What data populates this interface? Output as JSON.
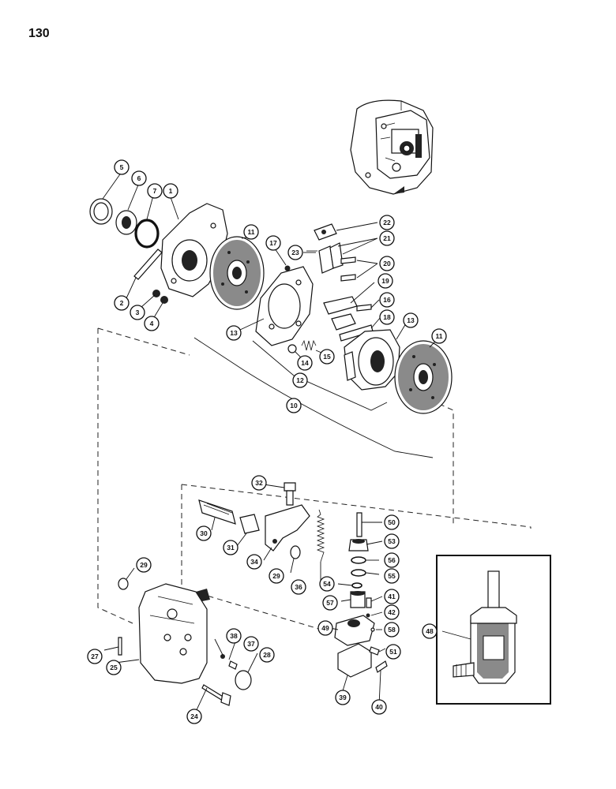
{
  "page_number": "130",
  "callouts": {
    "c1": "1",
    "c2": "2",
    "c3": "3",
    "c4": "4",
    "c5": "5",
    "c6": "6",
    "c7": "7",
    "c10": "10",
    "c11a": "11",
    "c11b": "11",
    "c12": "12",
    "c13a": "13",
    "c13b": "13",
    "c14": "14",
    "c15": "15",
    "c16": "16",
    "c17": "17",
    "c18": "18",
    "c19": "19",
    "c20": "20",
    "c21": "21",
    "c22": "22",
    "c23": "23",
    "c24": "24",
    "c25": "25",
    "c27": "27",
    "c28": "28",
    "c29a": "29",
    "c29b": "29",
    "c30": "30",
    "c31": "31",
    "c32": "32",
    "c34": "34",
    "c36": "36",
    "c37": "37",
    "c38": "38",
    "c39": "39",
    "c40": "40",
    "c41": "41",
    "c42": "42",
    "c48": "48",
    "c49": "49",
    "c50": "50",
    "c51": "51",
    "c53": "53",
    "c54": "54",
    "c55": "55",
    "c56": "56",
    "c57": "57",
    "c58": "58"
  }
}
